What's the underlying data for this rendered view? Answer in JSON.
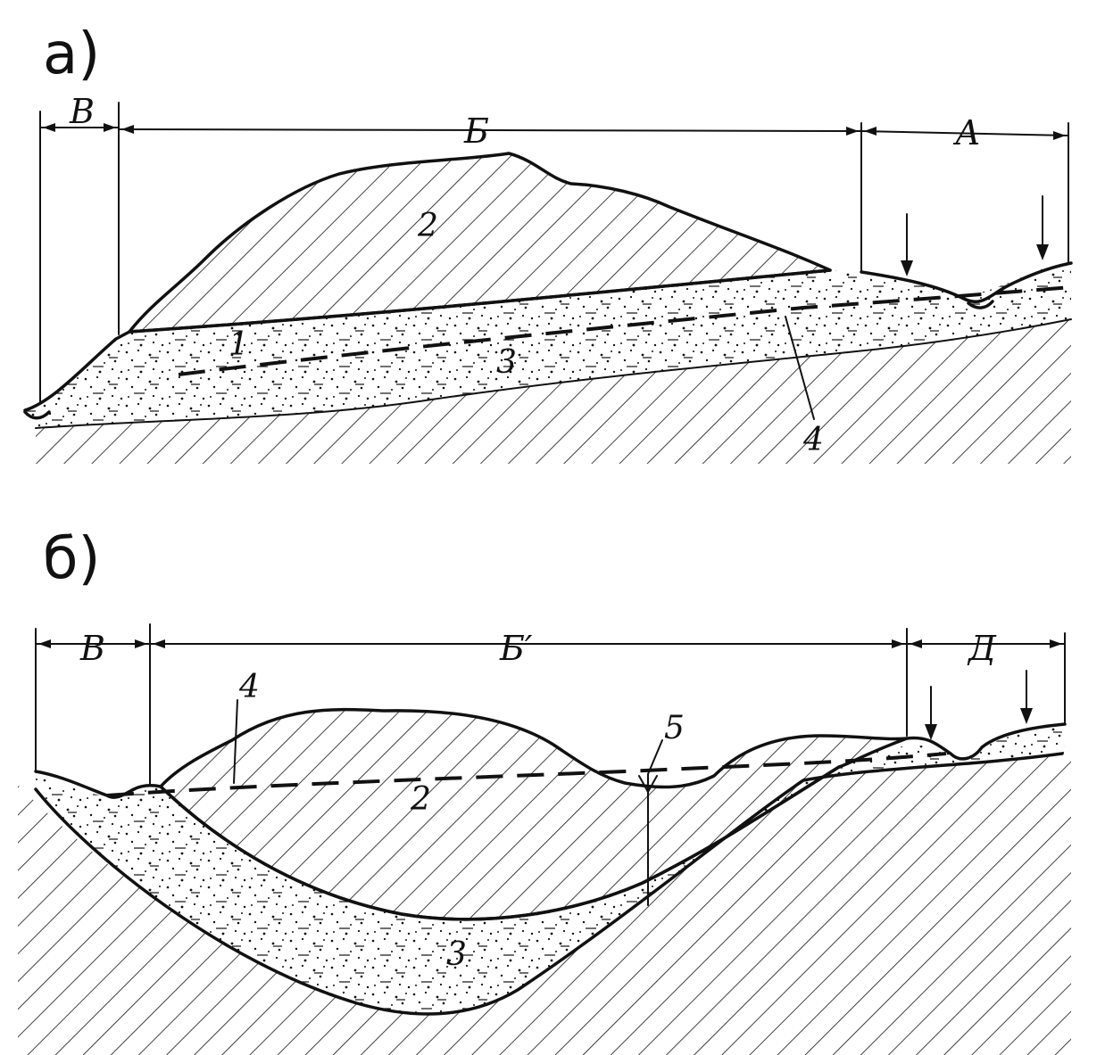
{
  "panels": [
    {
      "label": "а)",
      "zones": [
        "В",
        "Б",
        "А"
      ],
      "numbers": [
        "1",
        "2",
        "3",
        "4"
      ]
    },
    {
      "label": "б)",
      "zones": [
        "В",
        "Б′",
        "Д"
      ],
      "numbers": [
        "4",
        "5",
        "2",
        "3"
      ]
    }
  ],
  "colors": {
    "ink": "#111111",
    "paper": "#ffffff"
  }
}
